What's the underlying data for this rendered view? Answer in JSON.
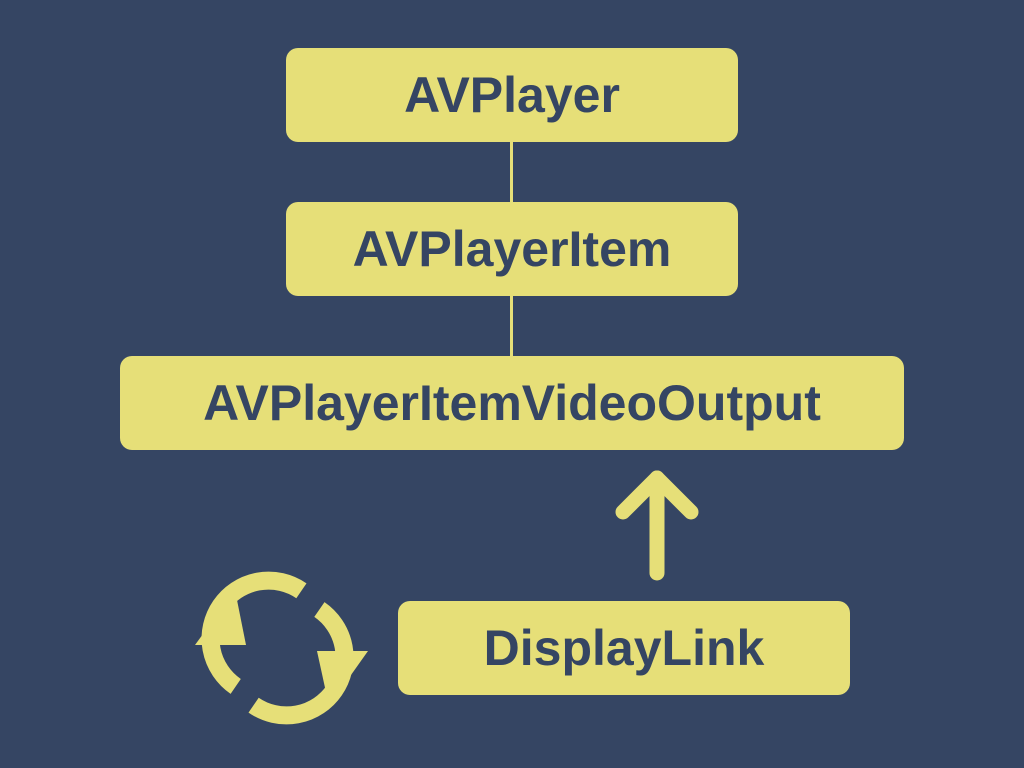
{
  "diagram": {
    "nodes": {
      "avplayer": {
        "label": "AVPlayer"
      },
      "avplayeritem": {
        "label": "AVPlayerItem"
      },
      "videooutput": {
        "label": "AVPlayerItemVideoOutput"
      },
      "displaylink": {
        "label": "DisplayLink"
      }
    },
    "edges": [
      {
        "from": "avplayer",
        "to": "avplayeritem",
        "style": "line"
      },
      {
        "from": "avplayeritem",
        "to": "videooutput",
        "style": "line"
      },
      {
        "from": "displaylink",
        "to": "videooutput",
        "style": "arrow"
      }
    ],
    "icons": {
      "refresh": "refresh-cycle-icon",
      "arrow": "arrow-up-icon"
    },
    "colors": {
      "background": "#354563",
      "node_fill": "#e6df78",
      "node_text": "#354563"
    }
  }
}
